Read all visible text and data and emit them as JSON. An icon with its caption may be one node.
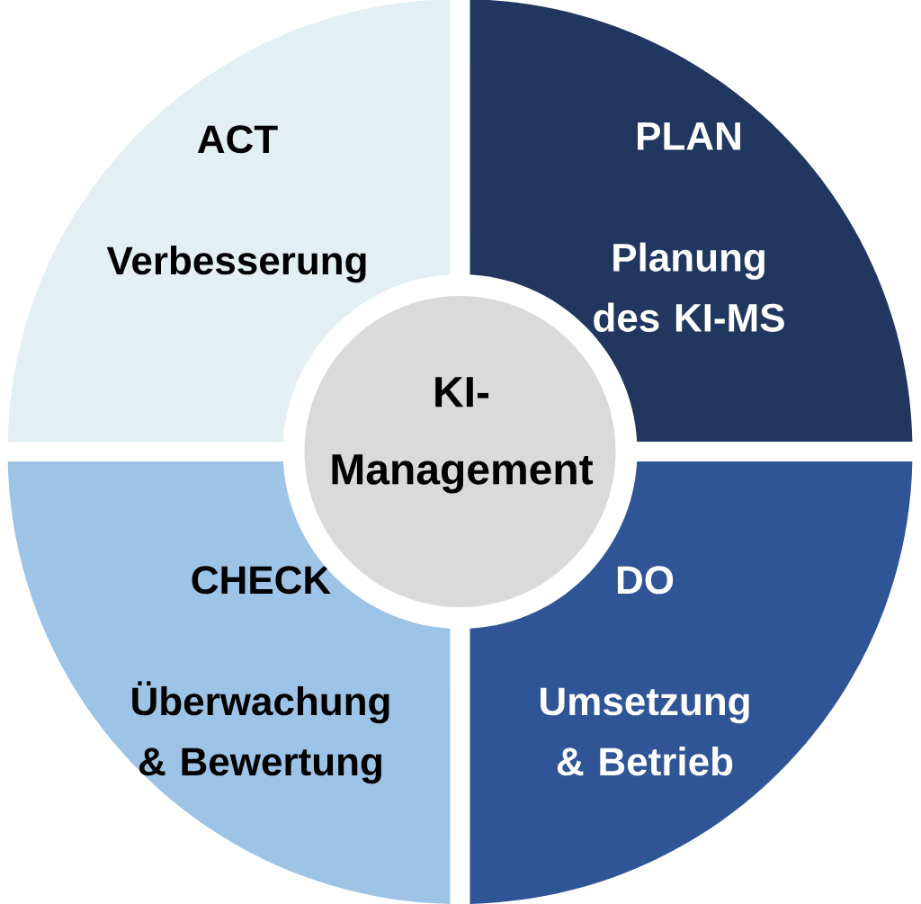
{
  "diagram": {
    "nodes": [
      {
        "text": [
          "ACT",
          "Verbesserung"
        ]
      },
      {
        "text": [
          "PLAN",
          "Planung des KI-MS"
        ]
      },
      {
        "text": [
          "KI- Management"
        ]
      },
      {
        "text": [
          "CHECK",
          "Überwachung & Bewertung"
        ]
      },
      {
        "text": [
          "DO",
          "Umsetzung & Betrieb"
        ]
      }
    ]
  }
}
